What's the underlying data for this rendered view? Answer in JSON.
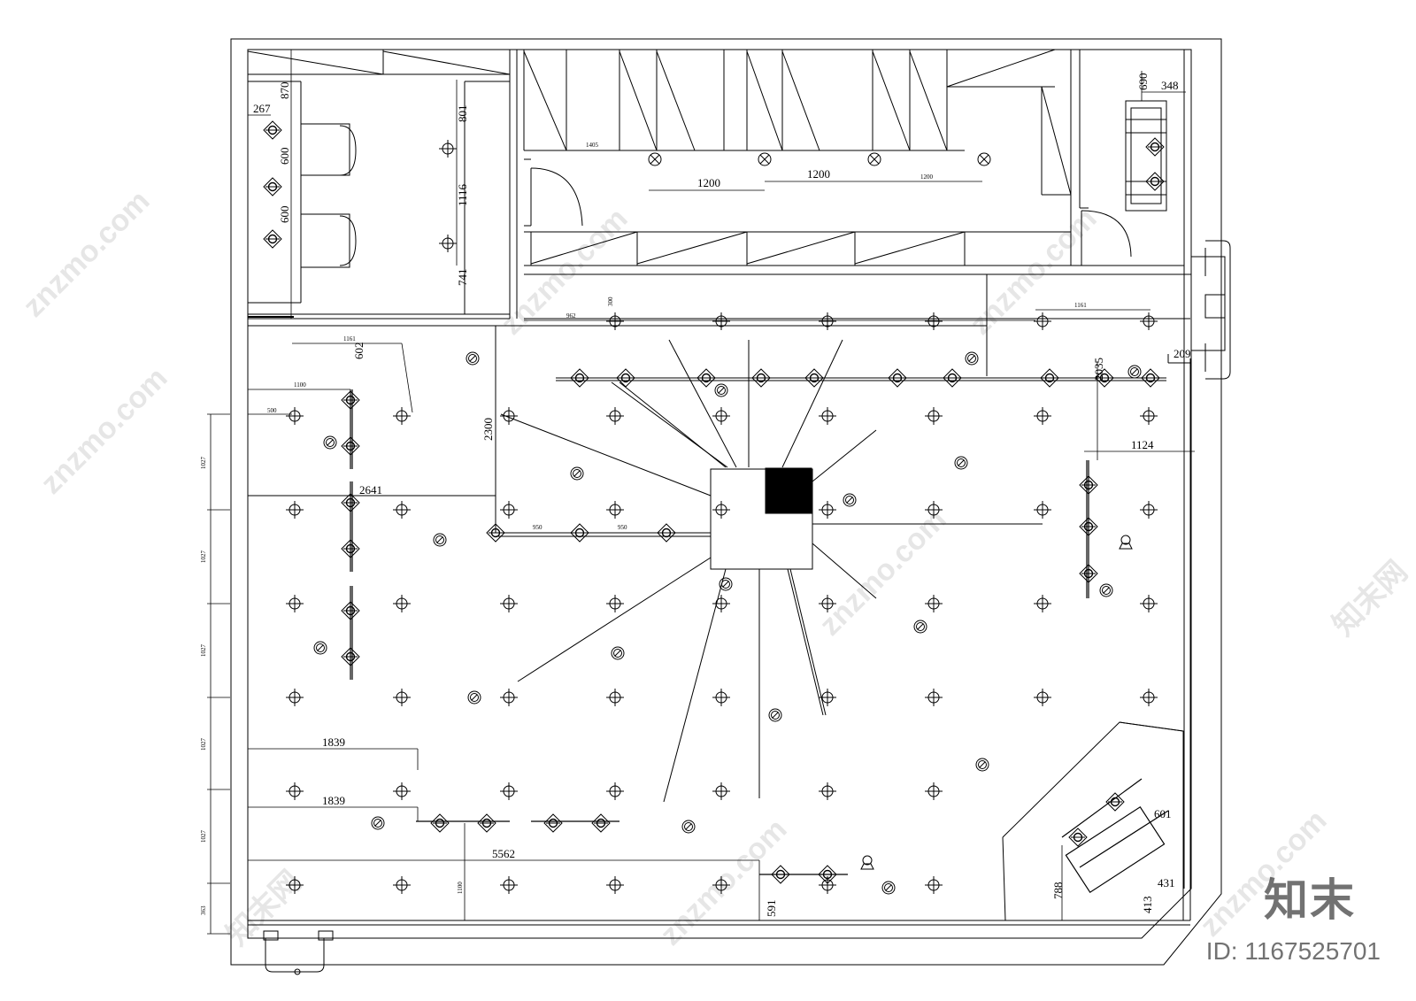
{
  "dimensions": {
    "d267": "267",
    "d870": "870",
    "d600a": "600",
    "d600b": "600",
    "d801": "801",
    "d1116": "1116",
    "d741": "741",
    "d1405": "1405",
    "d1200a": "1200",
    "d1200b": "1200",
    "d1200c": "1200",
    "d690": "690",
    "d348": "348",
    "d300": "300",
    "d962": "962",
    "d1161a": "1161",
    "d1161b": "1161",
    "d602": "602",
    "d1100a": "1100",
    "d1100b": "1100",
    "d2035": "2035",
    "d209": "209",
    "d2300": "2300",
    "d1124": "1124",
    "d2641": "2641",
    "d950a": "950",
    "d950b": "950",
    "d1839a": "1839",
    "d1839b": "1839",
    "d5562": "5562",
    "d591": "591",
    "d788": "788",
    "d413": "413",
    "d431": "431",
    "d601": "601",
    "d500": "500",
    "d1027a": "1027",
    "d1027b": "1027",
    "d1027c": "1027",
    "d1027d": "1027",
    "d1027e": "1027",
    "d363": "363"
  },
  "watermark": {
    "logo": "知末",
    "id": "ID: 1167525701",
    "site": "znzmo.com",
    "cn": "知末网"
  },
  "icons": {
    "downlight": "downlight-icon",
    "spotlight": "spotlight-icon",
    "pendant": "pendant-lamp-icon",
    "track": "track-light-icon",
    "exhaust": "exhaust-fan-icon"
  }
}
